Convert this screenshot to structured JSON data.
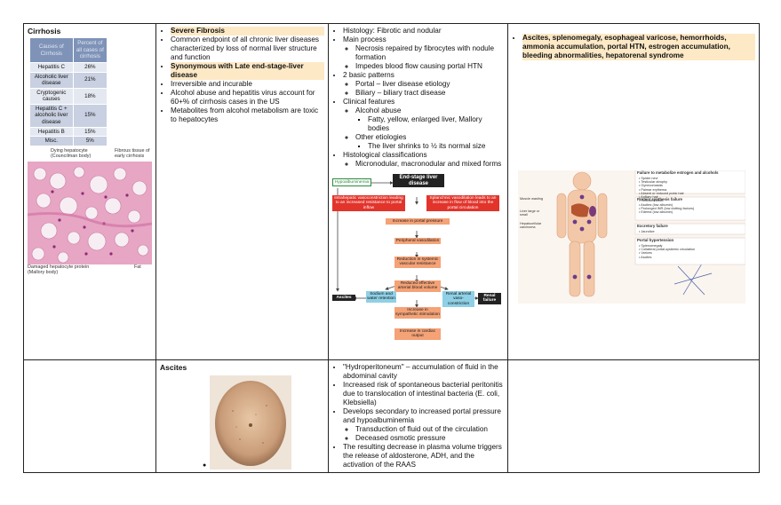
{
  "cirrhosis": {
    "title": "Cirrhosis",
    "table_headers": [
      "Causes of Cirrhosis",
      "Percent of all cases of cirrhosis"
    ],
    "table_rows": [
      [
        "Hepatitis C",
        "26%"
      ],
      [
        "Alcoholic liver disease",
        "21%"
      ],
      [
        "Cryptogenic causes",
        "18%"
      ],
      [
        "Hepatitis C + alcoholic liver disease",
        "15%"
      ],
      [
        "Hepatitis B",
        "15%"
      ],
      [
        "Misc.",
        "5%"
      ]
    ],
    "histo_labels": {
      "dying": "Dying hepatocyte (Councilman body)",
      "fibrous": "Fibrous tissue of early cirrhosis",
      "damaged": "Damaged hepatocyte protein (Mallory body)",
      "fat": "Fat"
    }
  },
  "fibrosis": {
    "items": [
      {
        "text": "Severe Fibrosis",
        "highlight": true
      },
      {
        "text": "Common endpoint of all chronic liver diseases characterized by loss of normal liver structure and function",
        "highlight": false
      },
      {
        "text": "Synonymous with Late end-stage-liver disease",
        "highlight": true
      },
      {
        "text": "Irreversible and incurable",
        "highlight": false
      },
      {
        "text": "Alcohol abuse and hepatitis virus account for 60+% of cirrhosis cases in the US",
        "highlight": false
      },
      {
        "text": "Metabolites from alcohol metabolism are toxic to hepatocytes",
        "highlight": false
      }
    ]
  },
  "histology": {
    "histology": "Histology: Fibrotic and nodular",
    "main_process": "Main process",
    "necrosis": "Necrosis repaired by fibrocytes with nodule formation",
    "impedes": "Impedes blood flow causing portal HTN",
    "patterns": "2 basic patterns",
    "portal": "Portal – liver disease etiology",
    "biliary": "Biliary – biliary tract disease",
    "clinical": "Clinical features",
    "alcohol": "Alcohol abuse",
    "fatty": "Fatty, yellow, enlarged liver, Mallory bodies",
    "other": "Other etiologies",
    "shrinks": "The liver shrinks to ½ its normal size",
    "classifications": "Histological classifications",
    "micro": "Micronodular, macronodular and mixed forms"
  },
  "flow": {
    "hypo": "Hypoalbuminemia",
    "end_stage": "End-stage liver disease",
    "intrahepatic": "Intrahepatic vasoconstriction leading to an increased resistance to portal inflow",
    "splanchnic": "Splanchnic vasodilation leads to an increase in flow of blood into the portal circulation",
    "increase_portal": "Increase in portal pressure",
    "peripheral": "Peripheral vasodilation",
    "reduction": "Reduction in systemic vascular resistance",
    "reduced": "Reduced effective arterial blood volume",
    "sodium": "Sodium and water retention",
    "renal_vaso": "Renal arterial vaso-constriction",
    "ascites": "Ascites",
    "renal_failure": "Renal failure",
    "sympathetic": "Increase in sympathetic stimulation",
    "cardiac": "Increase in cardiac output"
  },
  "complications": {
    "summary": "Ascites, splenomegaly, esophageal varicose, hemorrhoids, ammonia accumulation, portal HTN, estrogen accumulation, bleeding abnormalities, hepatorenal syndrome",
    "fig": {
      "failure_title": "Failure to metabolize estrogen and alcohols",
      "failure_items": [
        "Spider nevi",
        "Testicular atrophy",
        "Gynecomastia",
        "Palmar erythema",
        "Absent or reduced pubic hair",
        "Axillary hair",
        "Reduced libido"
      ],
      "protein_title": "Protein synthesis failure",
      "protein_items": [
        "Ascites (low albumin)",
        "Prolonged INR (low clotting factors)",
        "Edema (low albumin)"
      ],
      "excretory_title": "Excretory failure",
      "excretory_items": [
        "Jaundice"
      ],
      "portal_title": "Portal hypertension",
      "portal_items": [
        "Splenomegaly",
        "Collateral portal-systemic circulation",
        "Varices",
        "Ascites"
      ],
      "left_labels": [
        "Muscle wasting",
        "Liver large or small",
        "Hepatocellular carcinoma"
      ]
    }
  },
  "ascites": {
    "title": "Ascites",
    "items": {
      "hydro": "\"Hydroperitoneum\" – accumulation of fluid in the abdominal cavity",
      "risk": "Increased risk of spontaneous bacterial peritonitis due to translocation of intestinal bacteria (E. coli, Klebsiella)",
      "develops": "Develops secondary to increased portal pressure and hypoalbuminemia",
      "transduction": "Transduction of fluid out of the circulation",
      "osmotic": "Deceased osmotic pressure",
      "decrease": "The resulting decrease in plasma volume triggers the release of aldosterone, ADH, and the activation of the RAAS"
    }
  },
  "colors": {
    "highlight": "#fde9c6",
    "table_header": "#7f93b8",
    "flow_orange": "#f4a276",
    "flow_red": "#e2342b"
  }
}
